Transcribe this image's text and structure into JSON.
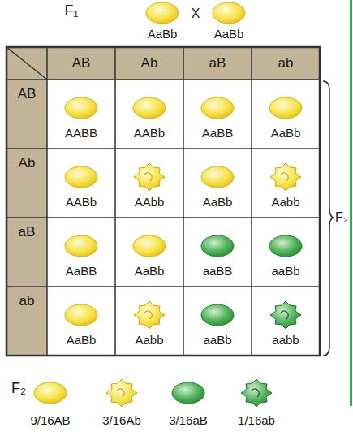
{
  "diagram": {
    "labels": [
      "F₁",
      "X",
      "AaBb",
      "AaBb",
      "AB",
      "Ab",
      "aB",
      "ab",
      "AB",
      "AABB",
      "AABb",
      "AaBB",
      "AaBb",
      "Ab",
      "AABb",
      "AAbb",
      "AaBb",
      "Aabb",
      "aB",
      "AaBB",
      "AaBb",
      "aaBB",
      "aaBb",
      "ab",
      "AaBb",
      "Aabb",
      "aaBb",
      "aabb",
      "F₂",
      "F₂",
      "9/16AB",
      "3/16Ab",
      "3/16aB",
      "1/16ab"
    ]
  }
}
